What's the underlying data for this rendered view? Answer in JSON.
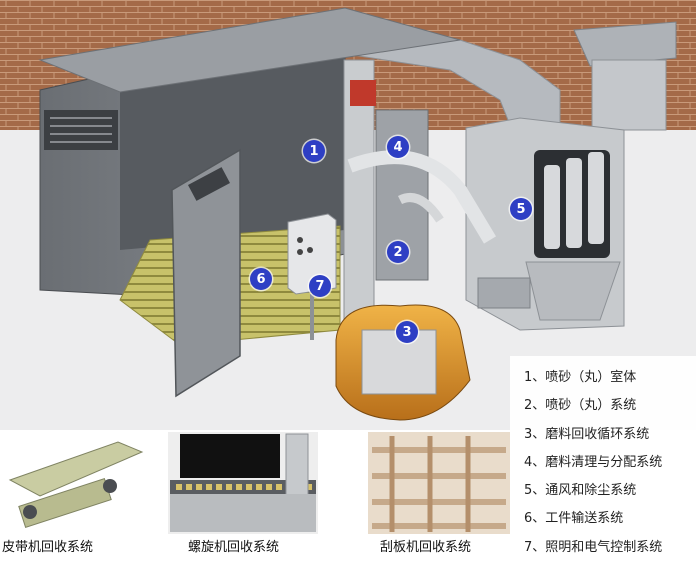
{
  "callouts": [
    "1",
    "2",
    "3",
    "4",
    "5",
    "6",
    "7"
  ],
  "legend": [
    "1、喷砂（丸）室体",
    "2、喷砂（丸）系统",
    "3、磨料回收循环系统",
    "4、磨料清理与分配系统",
    "5、通风和除尘系统",
    "6、工件输送系统",
    "7、照明和电气控制系统"
  ],
  "insets": [
    "皮带机回收系统",
    "螺旋机回收系统",
    "刮板机回收系统"
  ],
  "colors": {
    "badge": "#2e3fc4",
    "brick": "#a9704e",
    "steel": "#9ea3a8",
    "pit": "#e2a03a",
    "floor_grate": "#c9c066"
  }
}
